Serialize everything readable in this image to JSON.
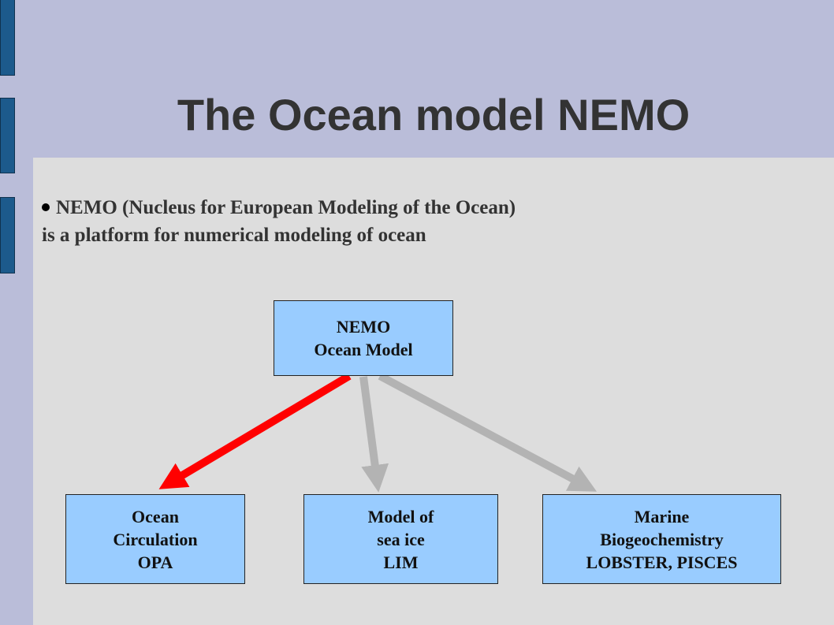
{
  "slide": {
    "title": "The Ocean model NEMO",
    "intro_line1": "NEMO (Nucleus for European Modeling of the Ocean)",
    "intro_line2": "is a platform for numerical modeling of ocean"
  },
  "diagram": {
    "root": {
      "line1": "NEMO",
      "line2": "Ocean Model"
    },
    "children": [
      {
        "line1": "Ocean",
        "line2": "Circulation",
        "line3": "OPA"
      },
      {
        "line1": "Model of",
        "line2": "sea ice",
        "line3": "LIM"
      },
      {
        "line1": "Marine",
        "line2": "Biogeochemistry",
        "line3": "LOBSTER, PISCES"
      }
    ],
    "arrow_colors": {
      "highlight": "#ff0000",
      "default": "#b3b3b3"
    }
  }
}
